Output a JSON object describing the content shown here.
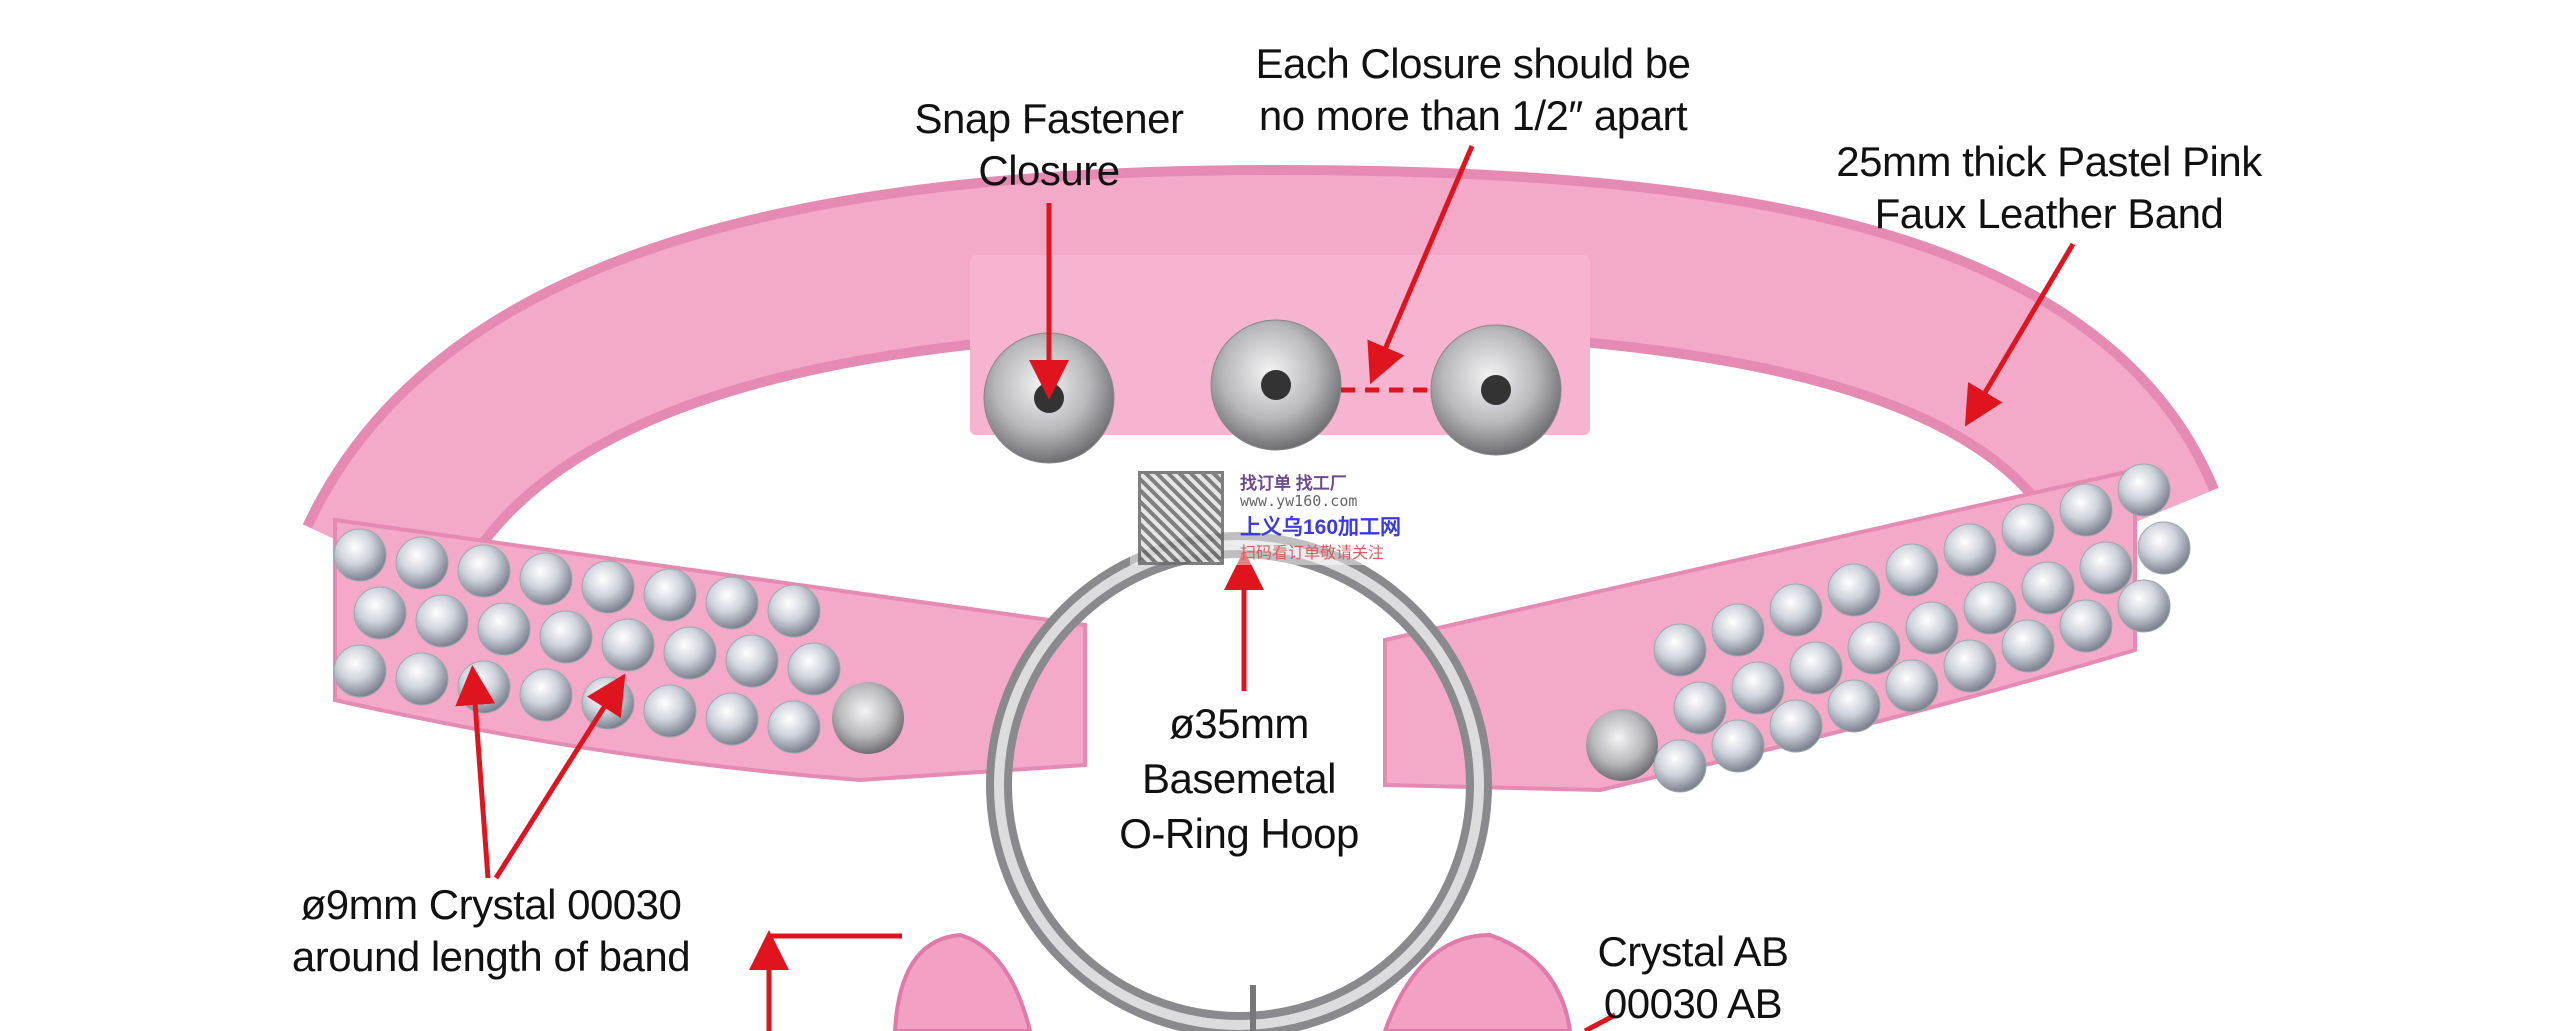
{
  "labels": {
    "snap": [
      "Snap Fastener",
      "Closure"
    ],
    "closure_spacing": [
      "Each Closure should be",
      "no more than 1/2″ apart"
    ],
    "band": [
      "25mm thick Pastel Pink",
      "Faux Leather Band"
    ],
    "oring": [
      "ø35mm",
      "Basemetal",
      "O-Ring Hoop"
    ],
    "crystal": [
      "ø9mm Crystal 00030",
      "around length of band"
    ],
    "crystal_ab": [
      "Crystal AB",
      "00030 AB"
    ]
  },
  "watermark": {
    "line1": "找订单 找工厂",
    "line2": "www.yw160.com",
    "line3": "上义乌160加工网",
    "line4": "扫码看订单敬请关注"
  },
  "colors": {
    "band": "#f4a9c9",
    "band_dark": "#e58bb3",
    "arrow": "#e0141e",
    "metal": "#c9c9cc"
  }
}
